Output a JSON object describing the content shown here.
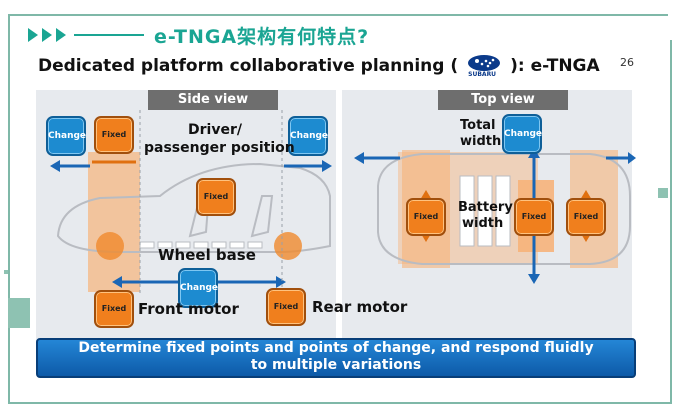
{
  "header": {
    "title": "e-TNGA架构有何特点?"
  },
  "slide": {
    "title_left": "Dedicated platform collaborative planning (",
    "logo_text": "SUBARU",
    "title_right": "): e-TNGA",
    "page_number": "26",
    "side_view": {
      "tab": "Side view",
      "driver_label_1": "Driver/",
      "driver_label_2": "passenger position",
      "wheel_base": "Wheel base",
      "front_motor": "Front motor",
      "rear_motor": "Rear motor"
    },
    "top_view": {
      "tab": "Top view",
      "total_width_1": "Total",
      "total_width_2": "width",
      "battery_width_1": "Battery",
      "battery_width_2": "width"
    },
    "change_label": "Change",
    "fixed_label": "Fixed",
    "banner_line1": "Determine fixed points and points of change, and respond fluidly",
    "banner_line2": "to multiple variations"
  },
  "colors": {
    "accent": "#1aa593",
    "change_blue": "#1d8bd0",
    "fixed_orange": "#f07f1d",
    "banner": "#0d5aa8"
  }
}
